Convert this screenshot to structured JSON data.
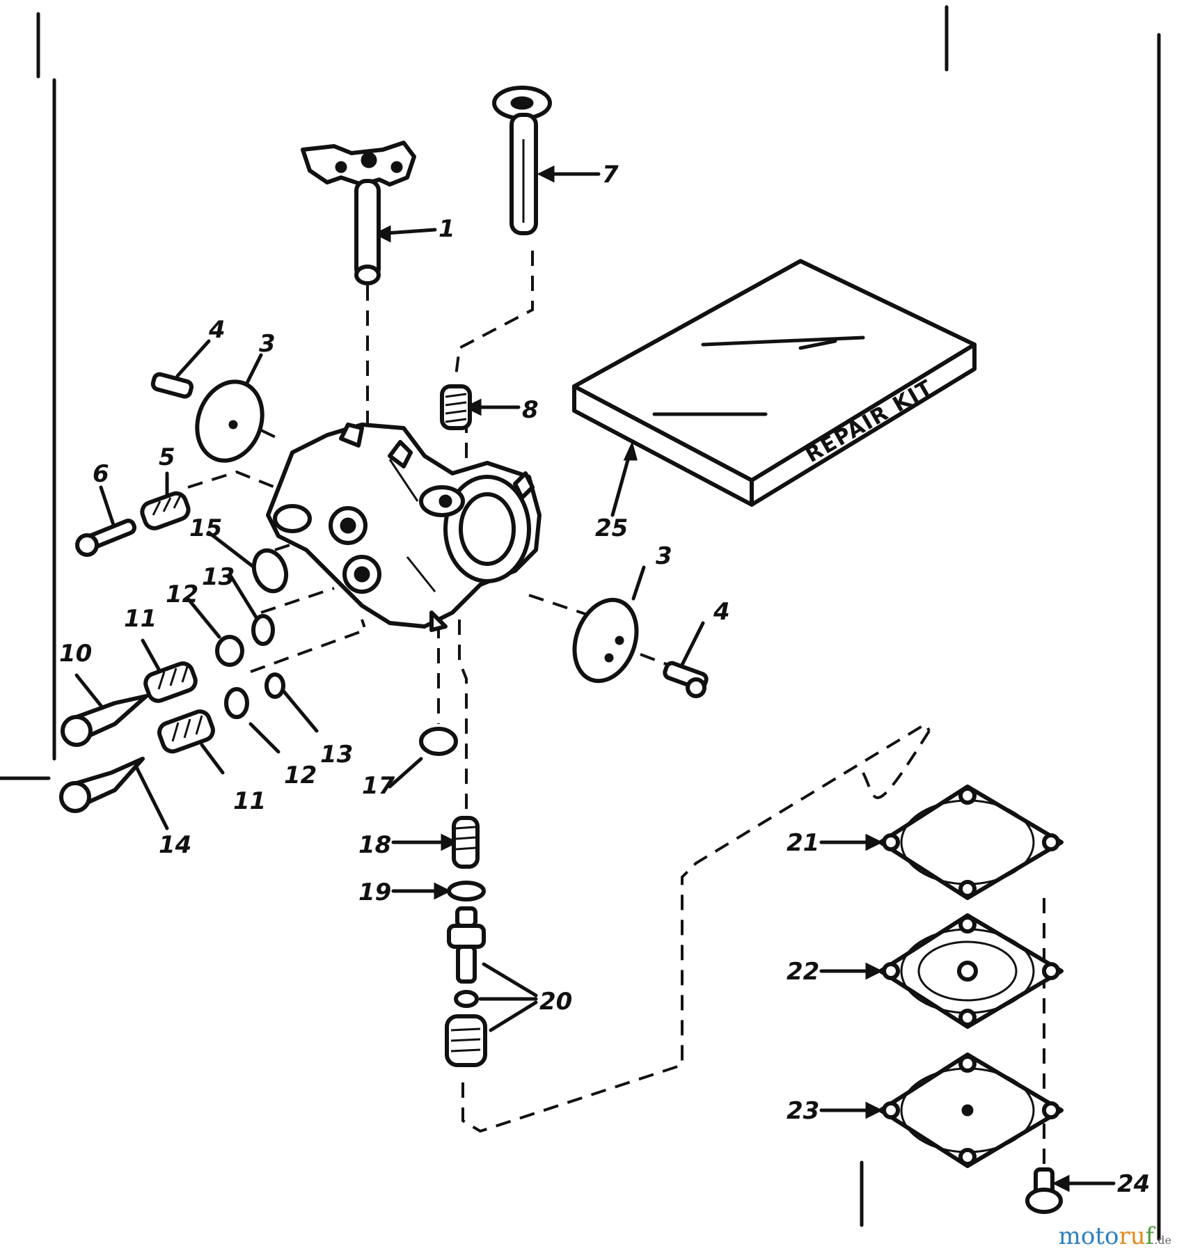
{
  "diagram": {
    "labels": {
      "p1": "1",
      "p3a": "3",
      "p3b": "3",
      "p4a": "4",
      "p4b": "4",
      "p5": "5",
      "p6": "6",
      "p7": "7",
      "p8": "8",
      "p10": "10",
      "p11a": "11",
      "p11b": "11",
      "p12a": "12",
      "p12b": "12",
      "p13a": "13",
      "p13b": "13",
      "p14": "14",
      "p15": "15",
      "p17": "17",
      "p18": "18",
      "p19": "19",
      "p20": "20",
      "p21": "21",
      "p22": "22",
      "p23": "23",
      "p24": "24",
      "p25": "25"
    },
    "repair_kit_text": "REPAIR KIT"
  },
  "watermark": {
    "part1": "moto",
    "part2": "ru",
    "part3": "f",
    "suffix": ".de"
  }
}
